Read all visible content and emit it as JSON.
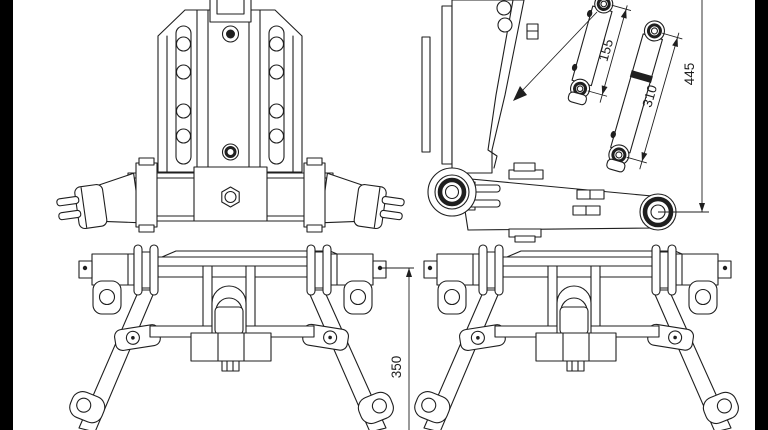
{
  "page": {
    "background": "#ffffff",
    "line_color": "#1f1f1f",
    "frame_color": "#000000"
  },
  "dimensions": {
    "upper_link_length": "155",
    "lift_link_length": "310",
    "overall_height": "445",
    "frame_height": "350"
  }
}
